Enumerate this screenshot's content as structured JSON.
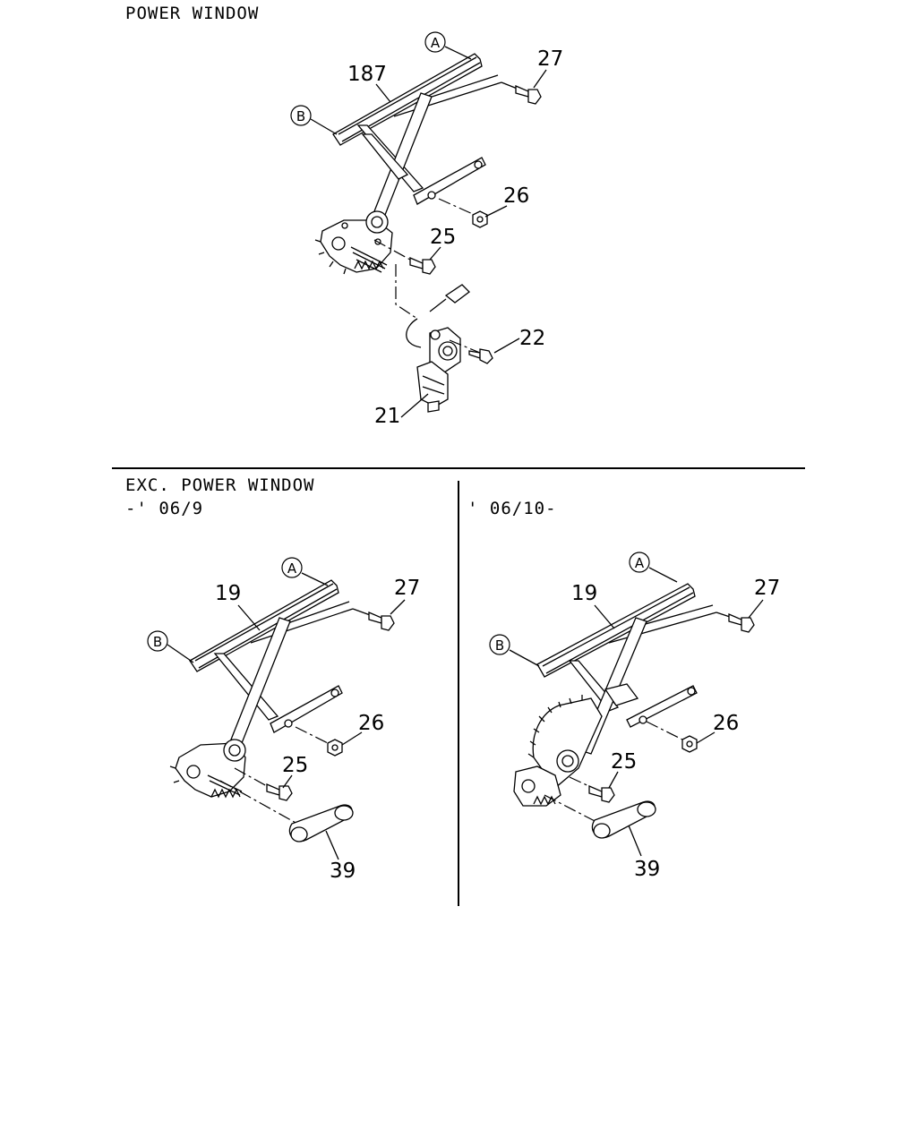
{
  "sections": {
    "power_window": {
      "title": "POWER WINDOW"
    },
    "exc_power_window": {
      "title": "EXC. POWER WINDOW",
      "range": "-' 06/9"
    },
    "late_model": {
      "range": "' 06/10-"
    }
  },
  "callouts": {
    "a": "A",
    "b": "B",
    "p187": "187",
    "p27": "27",
    "p26": "26",
    "p25": "25",
    "p22": "22",
    "p21": "21",
    "p19": "19",
    "p39": "39"
  }
}
